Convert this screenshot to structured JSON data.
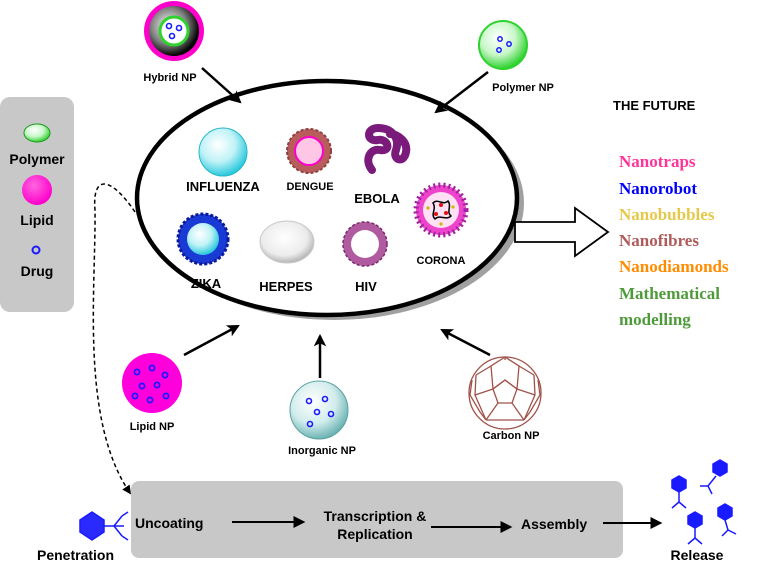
{
  "legend": {
    "polymer": "Polymer",
    "lipid": "Lipid",
    "drug": "Drug"
  },
  "carriers": {
    "hybrid": "Hybrid NP",
    "polymer": "Polymer NP",
    "lipid": "Lipid NP",
    "inorganic": "Inorganic NP",
    "carbon": "Carbon NP"
  },
  "viruses": {
    "influenza": "INFLUENZA",
    "dengue": "DENGUE",
    "ebola": "EBOLA",
    "zika": "ZIKA",
    "herpes": "HERPES",
    "hiv": "HIV",
    "corona": "CORONA"
  },
  "future": {
    "title": "THE FUTURE",
    "items": [
      {
        "text": "Nanotraps",
        "color": "#ff3399"
      },
      {
        "text": "Nanorobot",
        "color": "#0000ff"
      },
      {
        "text": "Nanobubbles",
        "color": "#e6c84a"
      },
      {
        "text": "Nanofibres",
        "color": "#b05a5a"
      },
      {
        "text": "Nanodiamonds",
        "color": "#ff8c00"
      },
      {
        "text": "Mathematical",
        "color": "#4f9a3a"
      },
      {
        "text": "modelling",
        "color": "#4f9a3a"
      }
    ]
  },
  "lifecycle": {
    "penetration": "Penetration",
    "uncoating": "Uncoating",
    "transcription_1": "Transcription &",
    "transcription_2": "Replication",
    "assembly": "Assembly",
    "release": "Release"
  },
  "colors": {
    "polymer_green": "#33dd33",
    "lipid_magenta": "#ff00cc",
    "drug_blue": "#1a1aff",
    "panel_gray": "#c8c8c8"
  }
}
